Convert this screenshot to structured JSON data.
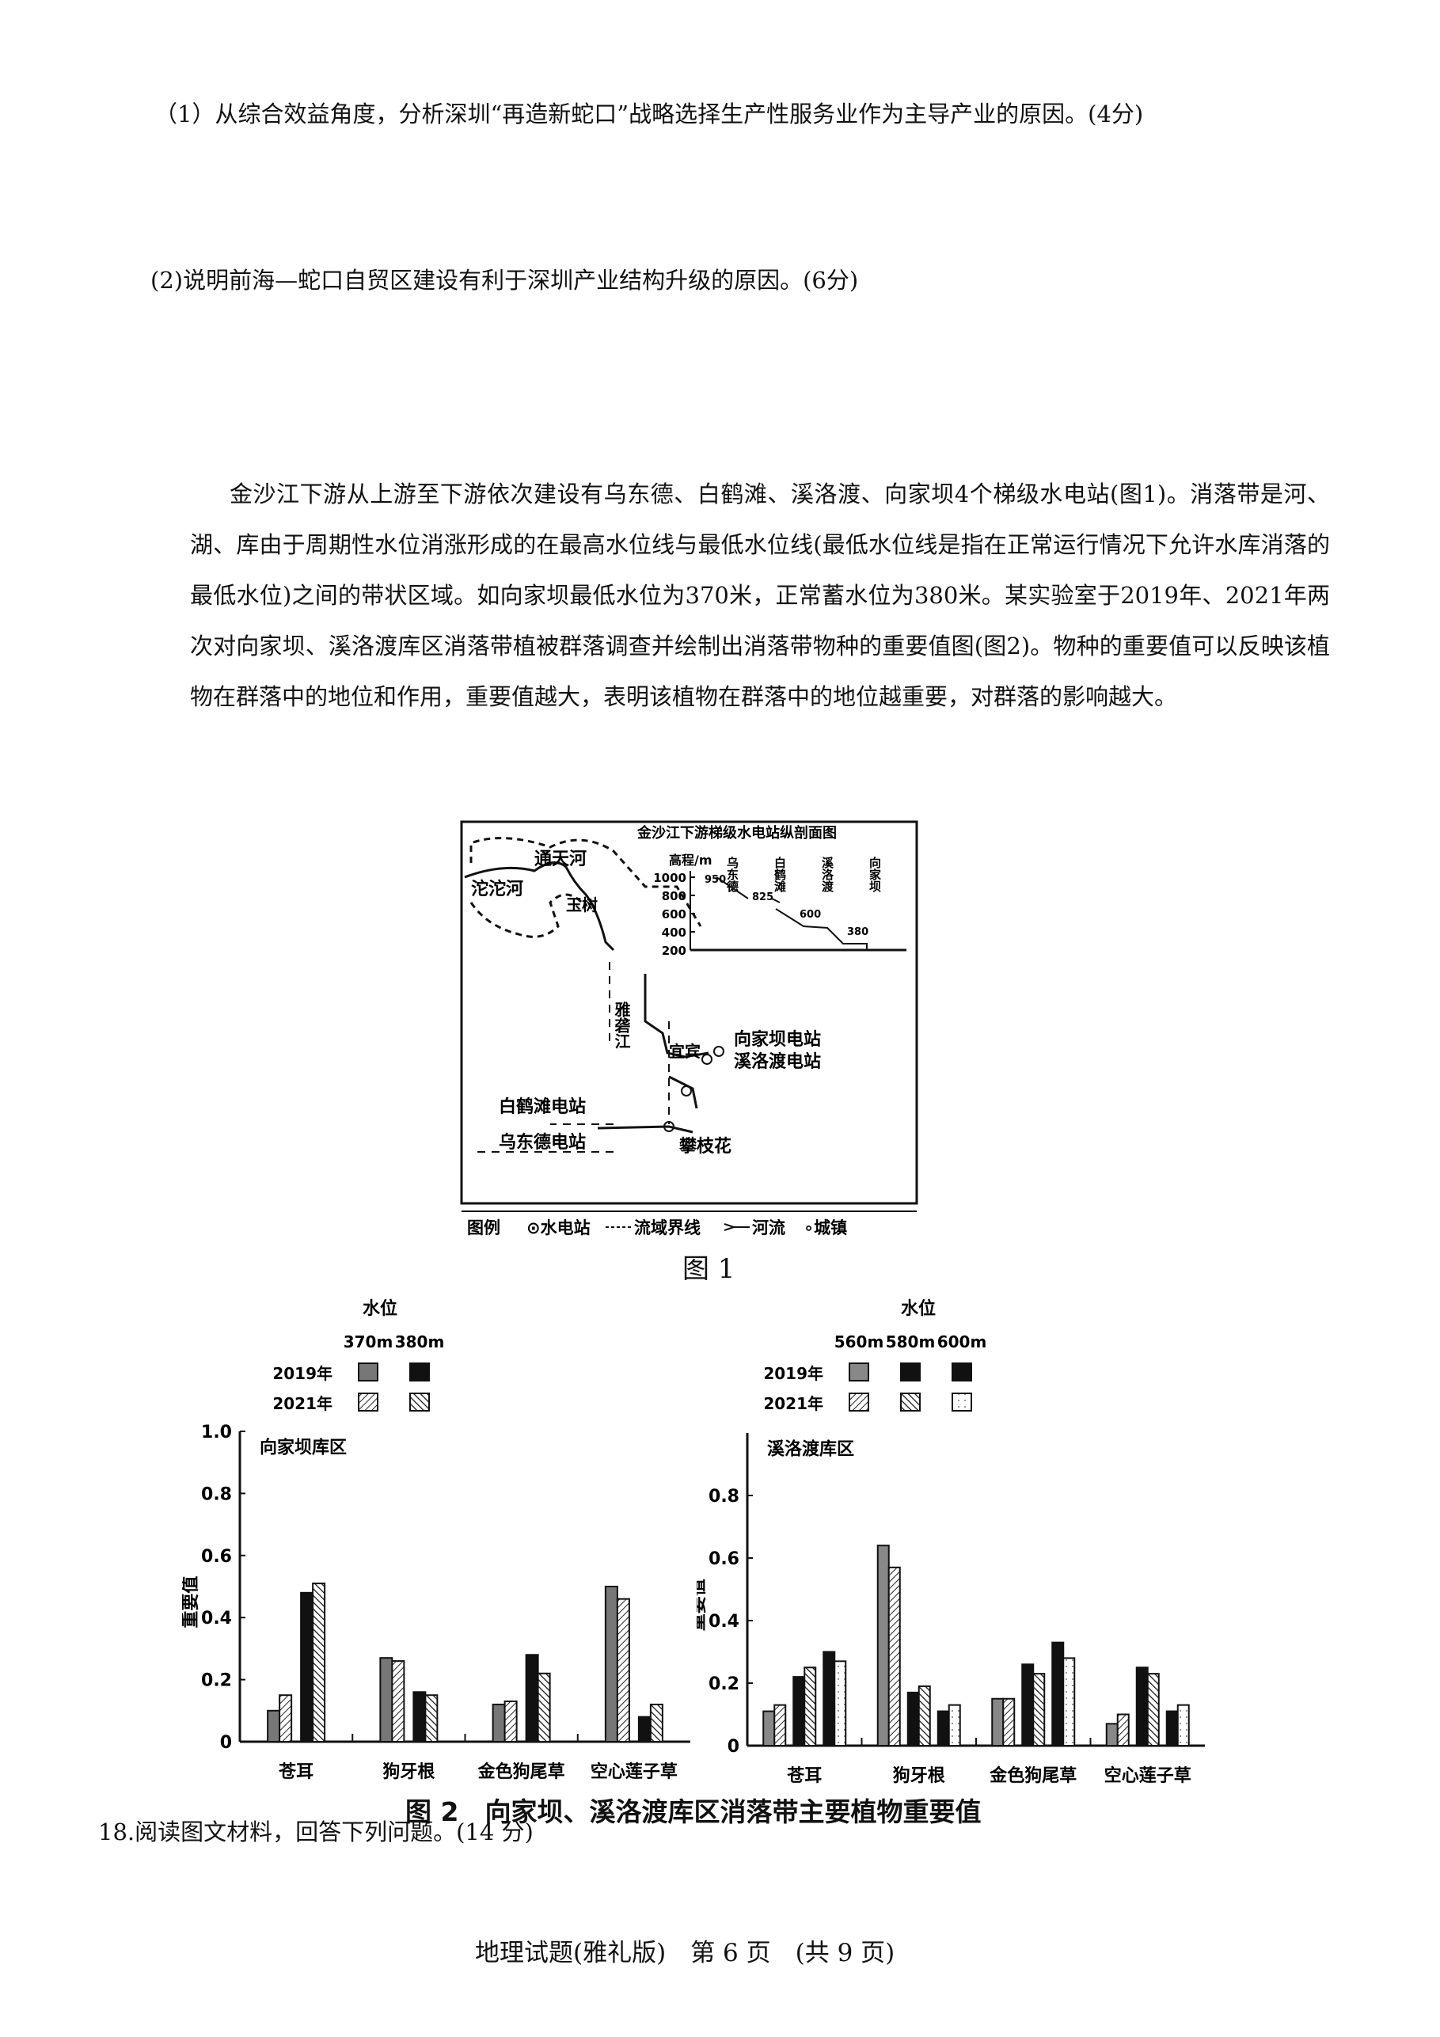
{
  "questions": {
    "q1": "（1）从综合效益角度，分析深圳“再造新蛇口”战略选择生产性服务业作为主导产业的原因。(4分)",
    "q2": "(2)说明前海—蛇口自贸区建设有利于深圳产业结构升级的原因。(6分)"
  },
  "material": "金沙江下游从上游至下游依次建设有乌东德、白鹤滩、溪洛渡、向家坝4个梯级水电站(图1)。消落带是河、湖、库由于周期性水位消涨形成的在最高水位线与最低水位线(最低水位线是指在正常运行情况下允许水库消落的最低水位)之间的带状区域。如向家坝最低水位为370米，正常蓄水位为380米。某实验室于2019年、2021年两次对向家坝、溪洛渡库区消落带植被群落调查并绘制出消落带物种的重要值图(图2)。物种的重要值可以反映该植物在群落中的地位和作用，重要值越大，表明该植物在群落中的地位越重要，对群落的影响越大。",
  "figure1": {
    "caption": "图 1",
    "inset_title": "金沙江下游梯级水电站纵剖面图",
    "inset_ylabel": "高程/m",
    "inset_ticks": [
      "1000",
      "800",
      "600",
      "400",
      "200"
    ],
    "inset_stations": [
      {
        "name": "乌东德",
        "elev": "950"
      },
      {
        "name": "白鹤滩",
        "elev": "825"
      },
      {
        "name": "溪洛渡",
        "elev": "600"
      },
      {
        "name": "向家坝",
        "elev": "380"
      }
    ],
    "map_labels": {
      "tongtian": "通天河",
      "tuotuo": "沱沱河",
      "yushu": "玉树",
      "yalong": "雅砻江",
      "yibin": "宜宾",
      "xiangjiaba": "向家坝电站",
      "xiluodu": "溪洛渡电站",
      "baihetan": "白鹤滩电站",
      "wudongde": "乌东德电站",
      "panzhihua": "攀枝花"
    },
    "legend": {
      "title": "图例",
      "station": "⊙水电站",
      "boundary": "流域界线",
      "river": "河流",
      "town": "∘城镇"
    }
  },
  "chart_data": [
    {
      "type": "bar",
      "title": "向家坝库区",
      "ylabel": "重要值",
      "ylim": [
        0,
        1.0
      ],
      "yticks": [
        "0",
        "0.2",
        "0.4",
        "0.6",
        "0.8",
        "1.0"
      ],
      "legend_title": "水位",
      "levels": [
        "370m",
        "380m"
      ],
      "years": [
        "2019年",
        "2021年"
      ],
      "categories": [
        "苍耳",
        "狗牙根",
        "金色狗尾草",
        "空心莲子草"
      ],
      "series": [
        {
          "name": "370m 2019年",
          "values": [
            0.1,
            0.27,
            0.12,
            0.5
          ]
        },
        {
          "name": "370m 2021年",
          "values": [
            0.15,
            0.26,
            0.13,
            0.46
          ]
        },
        {
          "name": "380m 2019年",
          "values": [
            0.48,
            0.16,
            0.28,
            0.08
          ]
        },
        {
          "name": "380m 2021年",
          "values": [
            0.51,
            0.15,
            0.22,
            0.12
          ]
        }
      ]
    },
    {
      "type": "bar",
      "title": "溪洛渡库区",
      "ylabel": "重要值",
      "ylim": [
        0,
        1.0
      ],
      "yticks": [
        "0",
        "0.2",
        "0.4",
        "0.6",
        "0.8"
      ],
      "legend_title": "水位",
      "levels": [
        "560m",
        "580m",
        "600m"
      ],
      "years": [
        "2019年",
        "2021年"
      ],
      "categories": [
        "苍耳",
        "狗牙根",
        "金色狗尾草",
        "空心莲子草"
      ],
      "series": [
        {
          "name": "560m 2019年",
          "values": [
            0.11,
            0.64,
            0.15,
            0.07
          ]
        },
        {
          "name": "560m 2021年",
          "values": [
            0.13,
            0.57,
            0.15,
            0.1
          ]
        },
        {
          "name": "580m 2019年",
          "values": [
            0.22,
            0.17,
            0.26,
            0.25
          ]
        },
        {
          "name": "580m 2021年",
          "values": [
            0.25,
            0.19,
            0.23,
            0.23
          ]
        },
        {
          "name": "600m 2019年",
          "values": [
            0.3,
            0.11,
            0.33,
            0.11
          ]
        },
        {
          "name": "600m 2021年",
          "values": [
            0.27,
            0.13,
            0.28,
            0.13
          ]
        }
      ]
    }
  ],
  "figure2_caption": "图 2　向家坝、溪洛渡库区消落带主要植物重要值",
  "q18": "18.阅读图文材料，回答下列问题。(14 分)",
  "footer": "地理试题(雅礼版)　第 6 页　(共 9 页)"
}
